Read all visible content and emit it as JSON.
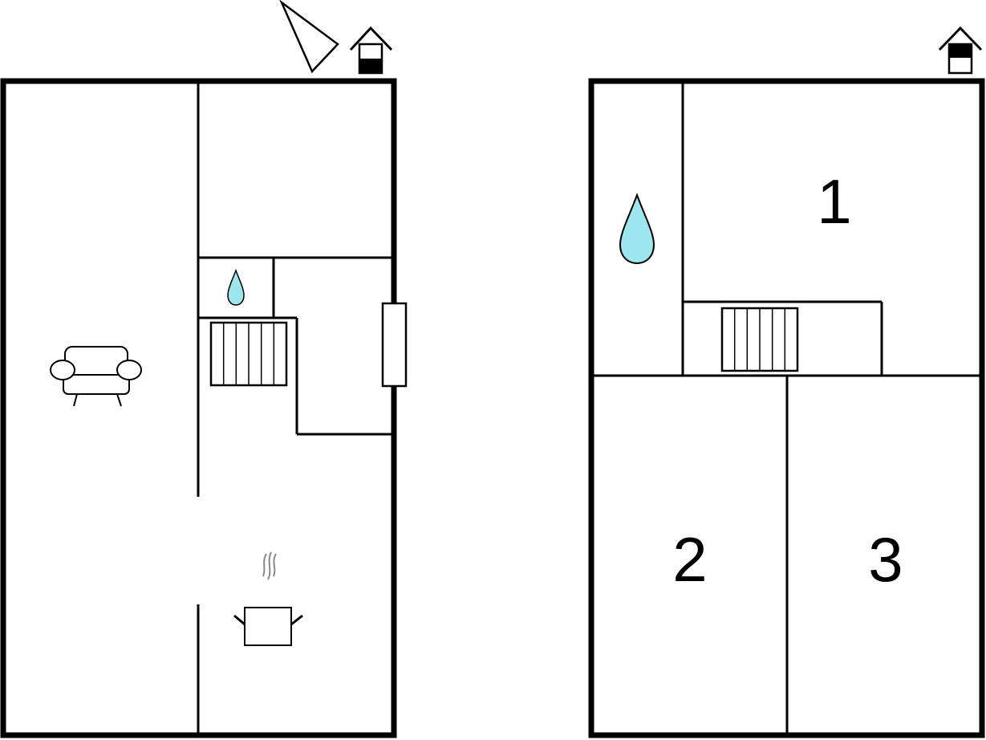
{
  "floors": [
    {
      "name": "ground-floor",
      "icons": [
        "north-arrow-icon",
        "house-ground-level-icon",
        "water-drop-icon",
        "staircase-icon",
        "sofa-icon",
        "cooking-pot-icon",
        "door-icon"
      ]
    },
    {
      "name": "upper-floor",
      "icons": [
        "house-upper-level-icon",
        "water-drop-icon",
        "staircase-icon"
      ],
      "rooms": [
        {
          "label": "1"
        },
        {
          "label": "2"
        },
        {
          "label": "3"
        }
      ]
    }
  ],
  "colors": {
    "wall": "#000000",
    "water": "#9ee6ee",
    "steam": "#888888",
    "background": "#ffffff"
  }
}
